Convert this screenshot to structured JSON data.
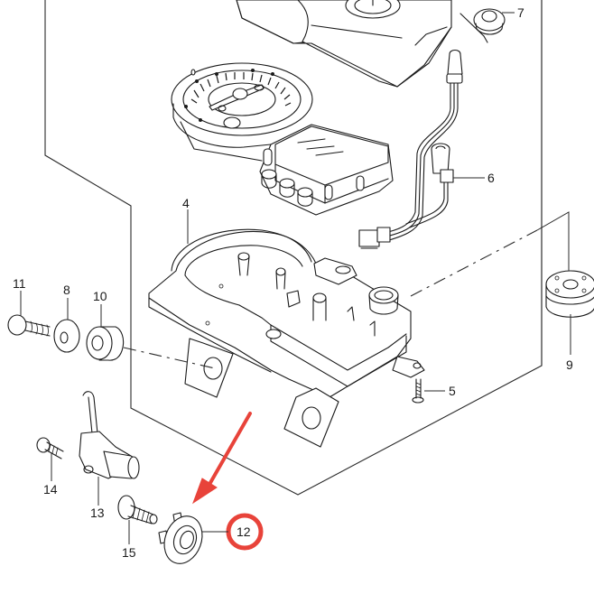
{
  "diagram": {
    "title": "Speedometer / meter assembly exploded parts view",
    "callouts": [
      {
        "id": "4",
        "label": "4",
        "part": "meter-case-lower"
      },
      {
        "id": "5",
        "label": "5",
        "part": "screw"
      },
      {
        "id": "6",
        "label": "6",
        "part": "bulb-socket-harness"
      },
      {
        "id": "7",
        "label": "7",
        "part": "grommet-top"
      },
      {
        "id": "8",
        "label": "8",
        "part": "washer"
      },
      {
        "id": "9",
        "label": "9",
        "part": "damper-cushion"
      },
      {
        "id": "10",
        "label": "10",
        "part": "cushion-rubber"
      },
      {
        "id": "11",
        "label": "11",
        "part": "bolt"
      },
      {
        "id": "12",
        "label": "12",
        "part": "sensor-cap-highlighted"
      },
      {
        "id": "13",
        "label": "13",
        "part": "speed-sensor"
      },
      {
        "id": "14",
        "label": "14",
        "part": "bolt-sensor"
      },
      {
        "id": "15",
        "label": "15",
        "part": "bolt-flange"
      }
    ],
    "highlight": {
      "target_label": "12",
      "color": "#e8433a",
      "annotation": "red-arrow-and-circle"
    }
  }
}
